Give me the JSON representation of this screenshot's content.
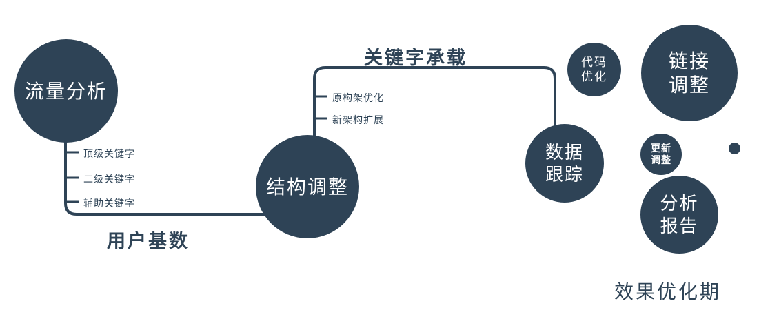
{
  "colors": {
    "primary": "#2e4356",
    "white": "#ffffff"
  },
  "nodes": {
    "traffic_analysis": {
      "label": "流量分析"
    },
    "structure_adjust": {
      "label": "结构调整"
    },
    "data_tracking": {
      "line1": "数据",
      "line2": "跟踪"
    },
    "code_optimization": {
      "line1": "代码",
      "line2": "优化"
    },
    "link_adjustment": {
      "line1": "链接",
      "line2": "调整"
    },
    "update_adjustment": {
      "line1": "更新",
      "line2": "调整"
    },
    "analysis_report": {
      "line1": "分析",
      "line2": "报告"
    }
  },
  "edge_labels": {
    "keyword_bearing": "关键字承载",
    "user_base": "用户基数"
  },
  "branch_labels": {
    "left": [
      "顶级关键字",
      "二级关键字",
      "辅助关键字"
    ],
    "middle": [
      "原构架优化",
      "新架构扩展"
    ]
  },
  "footer": {
    "label": "效果优化期"
  }
}
